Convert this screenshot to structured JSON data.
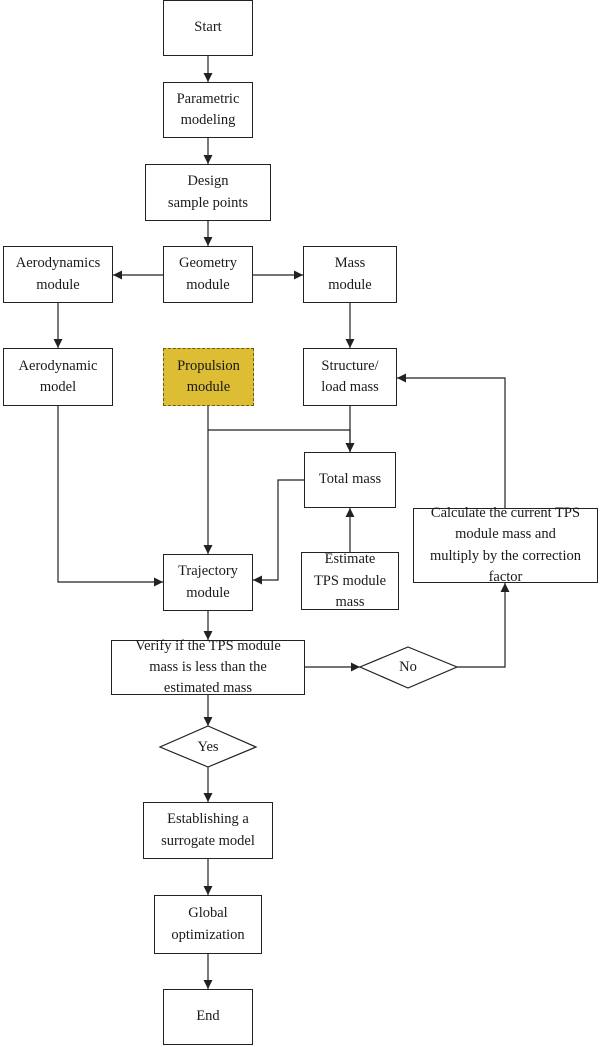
{
  "nodes": {
    "start": "Start",
    "parametric": "Parametric\nmodeling",
    "design": "Design\nsample points",
    "aero_module": "Aerodynamics\nmodule",
    "geometry": "Geometry\nmodule",
    "mass_module": "Mass\nmodule",
    "aero_model": "Aerodynamic\nmodel",
    "propulsion": "Propulsion\nmodule",
    "structure": "Structure/\nload mass",
    "total_mass": "Total mass",
    "calc_tps": "Calculate the current TPS\nmodule mass and\nmultiply by the correction\nfactor",
    "estimate_tps": "Estimate\nTPS module\nmass",
    "trajectory": "Trajectory\nmodule",
    "verify": "Verify if the TPS module\nmass is less than the\nestimated mass",
    "no": "No",
    "yes": "Yes",
    "surrogate": "Establishing a\nsurrogate model",
    "global_opt": "Global\noptimization",
    "end": "End"
  },
  "colors": {
    "line": "#222222",
    "propulsion_fill": "#dcbd33",
    "propulsion_border": "#6b5a10"
  }
}
